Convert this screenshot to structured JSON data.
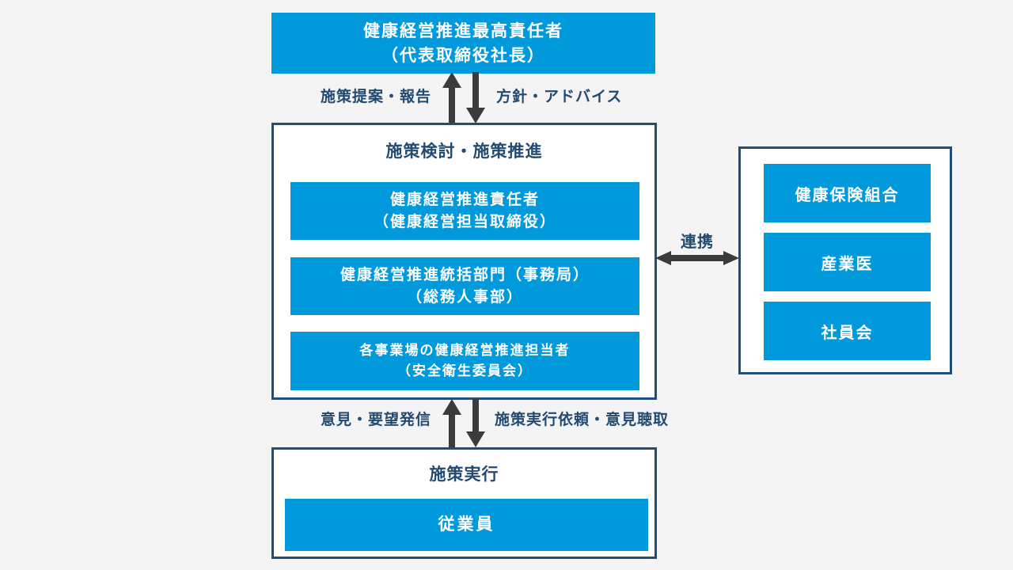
{
  "colors": {
    "background": "#f4f4f5",
    "accent_blue": "#0099db",
    "navy_border": "#1f4e79",
    "navy_text": "#234a70",
    "arrow_gray": "#3b3b3b"
  },
  "top_box": {
    "line1": "健康経営推進最高責任者",
    "line2": "（代表取締役社長）"
  },
  "flow_top": {
    "left_label": "施策提案・報告",
    "right_label": "方針・アドバイス"
  },
  "planning_box": {
    "title": "施策検討・施策推進",
    "member1_line1": "健康経営推進責任者",
    "member1_line2": "（健康経営担当取締役）",
    "member2_line1": "健康経営推進統括部門（事務局）",
    "member2_line2": "（総務人事部）",
    "member3_line1": "各事業場の健康経営推進担当者",
    "member3_line2": "（安全衛生委員会）"
  },
  "collaboration": {
    "label": "連携"
  },
  "partners_box": {
    "item1": "健康保険組合",
    "item2": "産業医",
    "item3": "社員会"
  },
  "flow_bottom": {
    "left_label": "意見・要望発信",
    "right_label": "施策実行依頼・意見聴取"
  },
  "execution_box": {
    "title": "施策実行",
    "member": "従業員"
  }
}
